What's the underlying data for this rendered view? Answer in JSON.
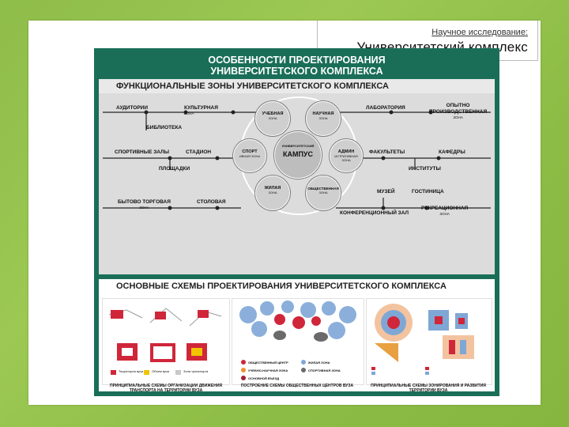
{
  "header": {
    "subtitle": "Научное исследование:",
    "title": "Университетский комплекс"
  },
  "poster": {
    "title_line1": "ОСОБЕННОСТИ ПРОЕКТИРОВАНИЯ",
    "title_line2": "УНИВЕРСИТЕТСКОГО КОМПЛЕКСА",
    "zones_heading": "ФУНКЦИОНАЛЬНЫЕ ЗОНЫ УНИВЕРСИТЕТСКОГО КОМПЛЕКСА",
    "schemes_heading": "ОСНОВНЫЕ СХЕМЫ ПРОЕКТИРОВАНИЯ УНИВЕРСИТЕТСКОГО КОМПЛЕКСА",
    "center": {
      "top": "УНИВЕРСИТЕТСКИЙ",
      "main": "КАМПУС"
    },
    "zones": {
      "study": {
        "name": "УЧЕБНАЯ",
        "sub": "ЗОНА"
      },
      "science": {
        "name": "НАУЧНАЯ",
        "sub": "ЗОНА"
      },
      "sport": {
        "name": "СПОРТ",
        "sub": "ИВНАЯ ЗОНА"
      },
      "admin": {
        "name": "АДМИН",
        "sub": "ИСТРАТИВНАЯ ЗОНА"
      },
      "living": {
        "name": "ЖИЛАЯ",
        "sub": "ЗОНА"
      },
      "public": {
        "name": "ОБЩЕСТВЕННАЯ",
        "sub": "ЗОНА"
      }
    },
    "labels": {
      "auditories": "АУДИТОРИИ",
      "cultural": "КУЛЬТУРНАЯ",
      "cultural_sub": "ЗОНА",
      "library": "БИБЛИОТЕКА",
      "sport_halls": "СПОРТИВНЫЕ ЗАЛЫ",
      "stadium": "СТАДИОН",
      "grounds": "ПЛОЩАДКИ",
      "household": "БЫТОВО ТОРГОВАЯ",
      "household_sub": "ЗОНА",
      "canteen": "СТОЛОВАЯ",
      "laboratory": "ЛАБОРАТОРИЯ",
      "experimental": "ОПЫТНО",
      "experimental2": "ПРОИЗВОДСТВЕННАЯ",
      "experimental_sub": "ЗОНА",
      "faculties": "ФАКУЛЬТЕТЫ",
      "departments": "КАФЕДРЫ",
      "institutes": "ИНСТИТУТЫ",
      "museum": "МУЗЕЙ",
      "hotel": "ГОСТИНИЦА",
      "conference": "КОНФЕРЕНЦИОННЫЙ ЗАЛ",
      "recreation": "РЕКРЕАЦИОННАЯ",
      "recreation_sub": "ЗОНА"
    },
    "captions": {
      "c1": "ПРИНЦИПИАЛЬНЫЕ СХЕМЫ ОРГАНИЗАЦИИ ДВИЖЕНИЯ ТРАНСПОРТА НА ТЕРРИТОРИИ ВУЗА",
      "c2": "ПОСТРОЕНИЕ СХЕМЫ ОБЩЕСТВЕННЫХ ЦЕНТРОВ ВУЗА",
      "c3": "ПРИНЦИПИАЛЬНЫЕ СХЕМЫ ЗОНИРОВАНИЯ И РАЗВИТИЯ ТЕРРИТОРИИ ВУЗА"
    },
    "legend2": {
      "l1": "ОБЩЕСТВЕННЫЙ ЦЕНТР",
      "l2": "ЖИЛАЯ ЗОНА",
      "l3": "УЧЕБНО-НАУЧНАЯ ЗОНА",
      "l4": "СПОРТИВНАЯ ЗОНА",
      "l5": "ОСНОВНОЙ ВЪЕЗД"
    },
    "legend1": {
      "l1": "Территория вуза",
      "l2": "Объем вуза",
      "l3": "Зона транспорта"
    }
  },
  "colors": {
    "poster_bg": "#1a6e57",
    "accent_red": "#d0263a",
    "accent_blue": "#7fa7d6",
    "accent_yellow": "#f0c400"
  }
}
